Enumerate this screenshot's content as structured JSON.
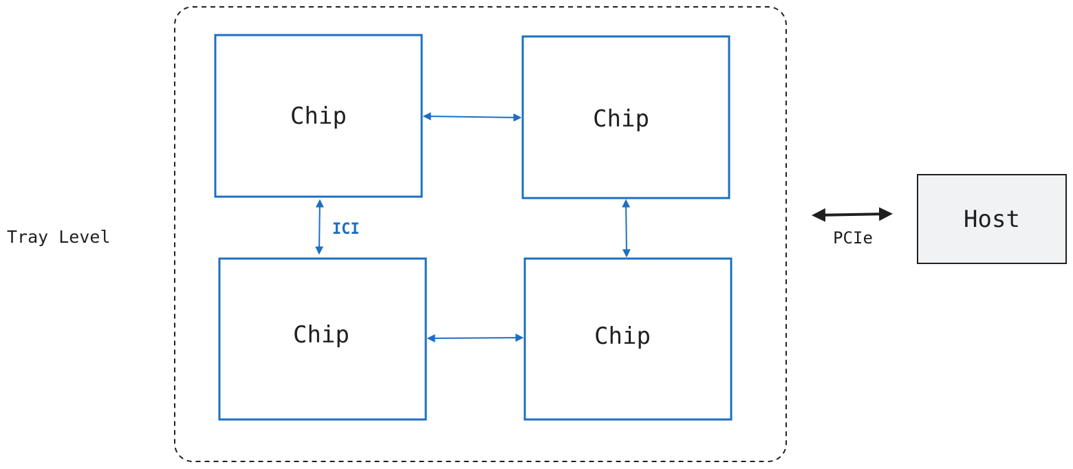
{
  "tray_label": "Tray Level",
  "chips": [
    {
      "label": "Chip"
    },
    {
      "label": "Chip"
    },
    {
      "label": "Chip"
    },
    {
      "label": "Chip"
    }
  ],
  "ici_label": "ICI",
  "pcie_label": "PCIe",
  "host_label": "Host",
  "colors": {
    "chip_stroke": "#1c6fc1",
    "host_fill": "#f1f2f4",
    "ink": "#1f1f1f"
  }
}
